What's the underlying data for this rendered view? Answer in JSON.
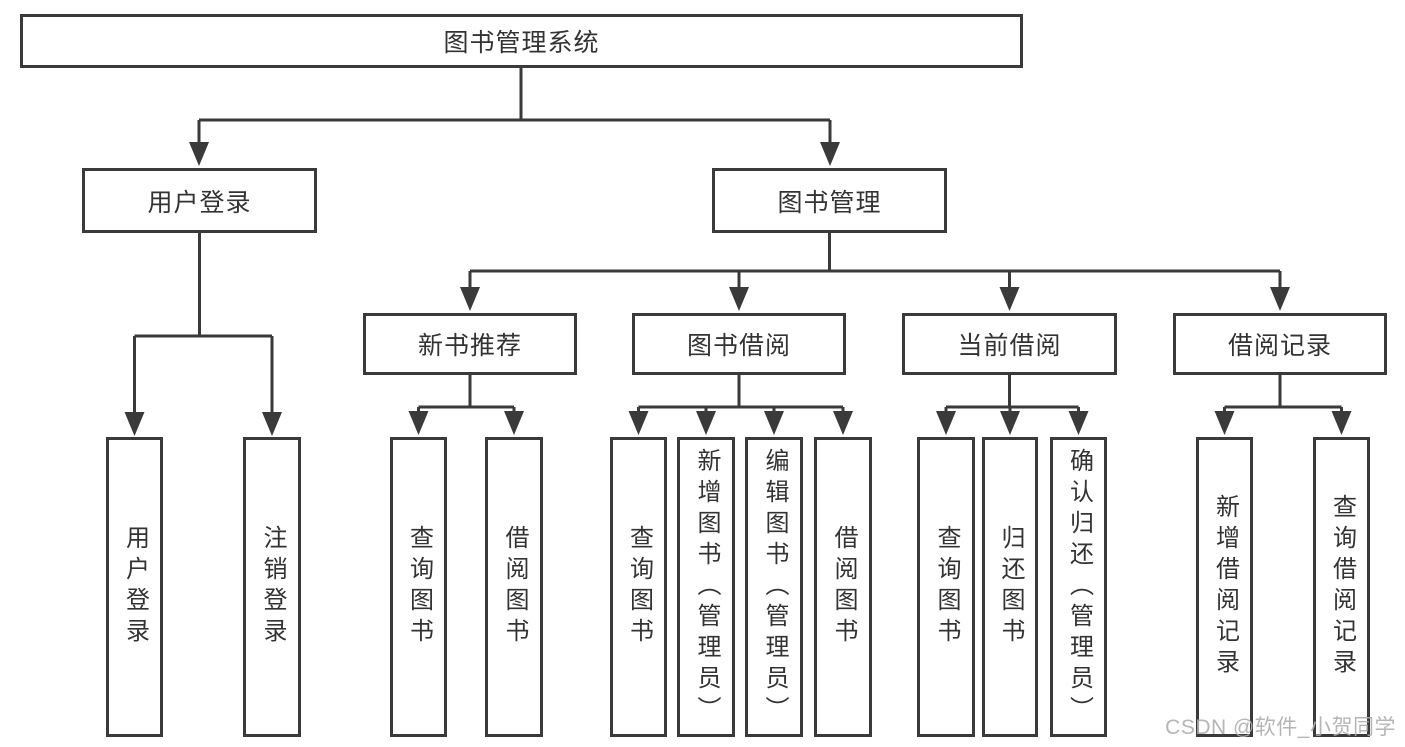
{
  "diagram": {
    "root": {
      "label": "图书管理系统",
      "children": [
        {
          "label": "用户登录",
          "children": [
            {
              "label": "用户登录"
            },
            {
              "label": "注销登录"
            }
          ]
        },
        {
          "label": "图书管理",
          "children": [
            {
              "label": "新书推荐",
              "children": [
                {
                  "label": "查询图书"
                },
                {
                  "label": "借阅图书"
                }
              ]
            },
            {
              "label": "图书借阅",
              "children": [
                {
                  "label": "查询图书"
                },
                {
                  "label": "新增图书（管理员）"
                },
                {
                  "label": "编辑图书（管理员）"
                },
                {
                  "label": "借阅图书"
                }
              ]
            },
            {
              "label": "当前借阅",
              "children": [
                {
                  "label": "查询图书"
                },
                {
                  "label": "归还图书"
                },
                {
                  "label": "确认归还（管理员）"
                }
              ]
            },
            {
              "label": "借阅记录",
              "children": [
                {
                  "label": "新增借阅记录"
                },
                {
                  "label": "查询借阅记录"
                }
              ]
            }
          ]
        }
      ]
    }
  },
  "watermark": {
    "text": "CSDN @软件_小贺同学"
  },
  "colors": {
    "line": "#3a3a3a",
    "text": "#333333",
    "background": "#ffffff",
    "watermark": "#aeaeae"
  }
}
